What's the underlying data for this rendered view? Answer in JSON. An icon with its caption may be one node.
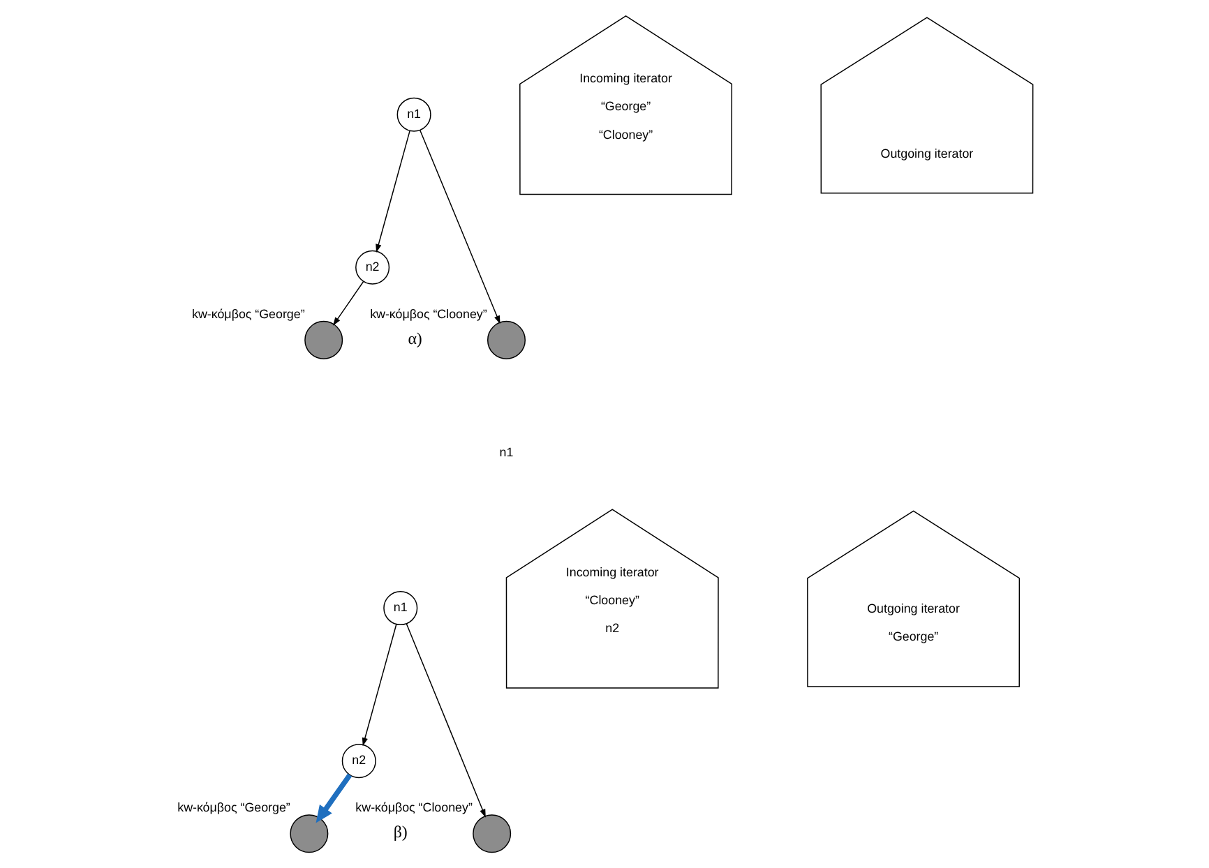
{
  "diagram": {
    "nodes": [
      {
        "text": [
          "n1"
        ]
      },
      {
        "text": [
          "n2"
        ]
      },
      {
        "text": [],
        "shape": "circle",
        "beside": [
          "kw-κόμβος “George”"
        ]
      },
      {
        "text": [],
        "shape": "circle",
        "beside": [
          "kw-κόμβος “Clooney”"
        ]
      },
      {
        "text": [
          "Incoming iterator",
          "“George”",
          "“Clooney”"
        ]
      },
      {
        "text": [
          "Outgoing iterator"
        ]
      },
      {
        "text": [
          "n1"
        ]
      },
      {
        "text": [
          "n2"
        ]
      },
      {
        "text": [],
        "shape": "circle",
        "beside": [
          "kw-κόμβος “George”"
        ]
      },
      {
        "text": [],
        "shape": "circle",
        "beside": [
          "kw-κόμβος “Clooney”"
        ]
      },
      {
        "text": [
          "Incoming iterator",
          "“Clooney”",
          "n2"
        ]
      },
      {
        "text": [
          "Outgoing iterator",
          "“George”"
        ]
      }
    ],
    "edges": [
      {
        "from": 0,
        "to": 1,
        "arrow": "to"
      },
      {
        "from": 1,
        "to": 2,
        "arrow": "to"
      },
      {
        "from": 0,
        "to": 3,
        "arrow": "to"
      },
      {
        "from": 6,
        "to": 7,
        "arrow": "to"
      },
      {
        "from": 7,
        "to": 8,
        "arrow": "to",
        "style": "thick",
        "color": "#1f6fbf"
      },
      {
        "from": 6,
        "to": 9,
        "arrow": "to"
      }
    ],
    "labels": [
      "α)",
      "n1",
      "β)"
    ]
  }
}
